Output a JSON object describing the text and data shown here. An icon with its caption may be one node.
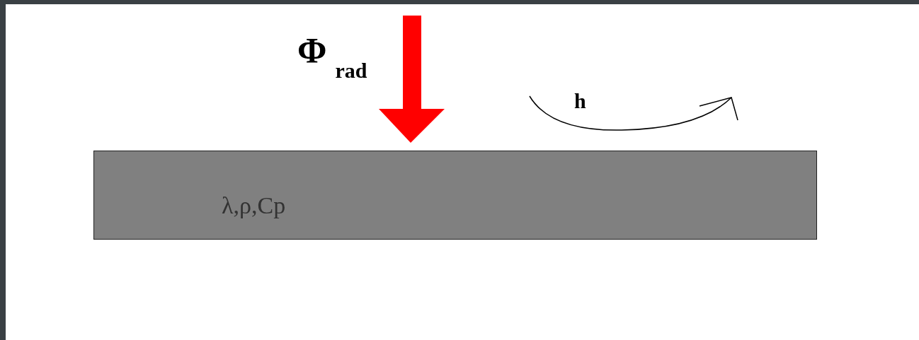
{
  "diagram": {
    "nodes": [
      {
        "text": [
          "λ,ρ,Cp"
        ]
      }
    ],
    "labels": [
      "Φ$_{rad}$",
      "h"
    ]
  }
}
